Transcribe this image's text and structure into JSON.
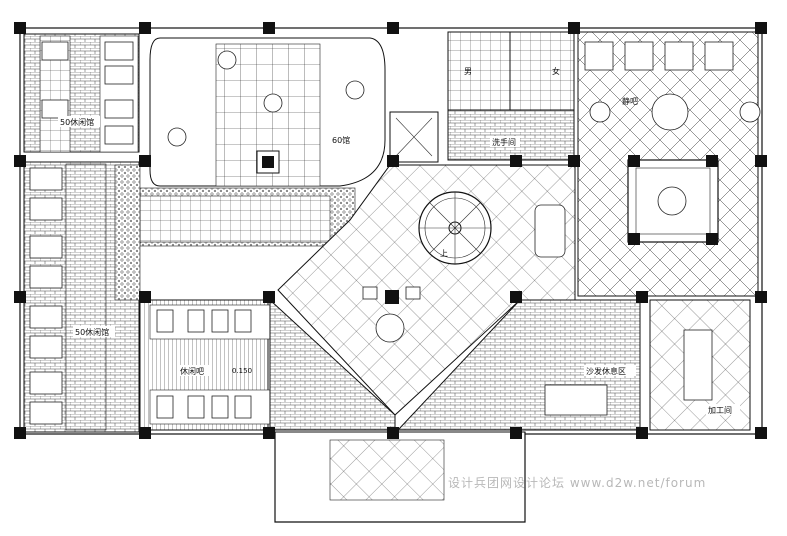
{
  "labels": {
    "room_50_top": "50休闲馆",
    "room_60": "60馆",
    "male": "男",
    "female": "女",
    "washroom": "洗手间",
    "quiet_bar": "静吧",
    "stairs_up": "上",
    "room_50_left": "50休闲馆",
    "leisure_bar": "休闲吧",
    "level": "0.150",
    "sofa_area": "沙发休息区",
    "processing_room": "加工间"
  },
  "watermark": "设计兵团网设计论坛 www.d2w.net/forum"
}
